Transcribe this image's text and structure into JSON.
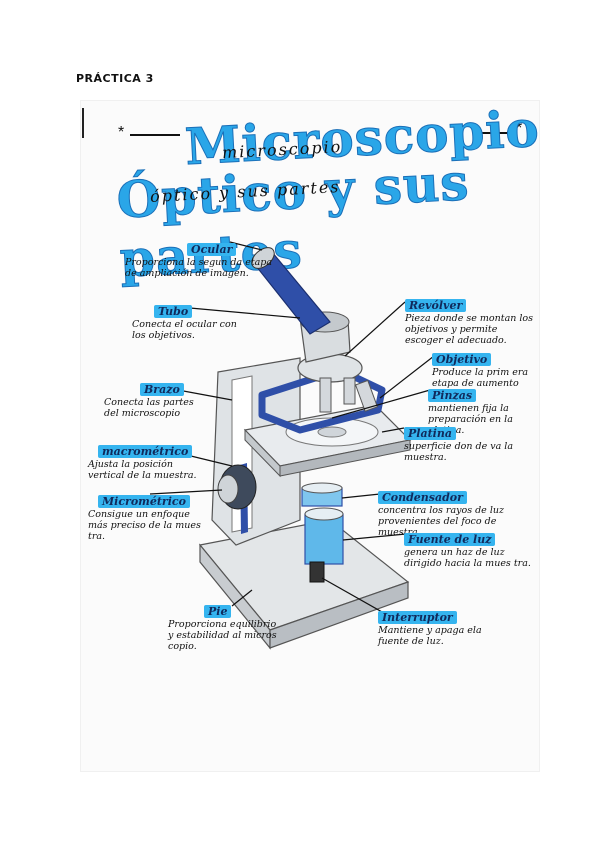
{
  "page": {
    "practice_label": "PRÁCTICA 3"
  },
  "title": {
    "line1": "Microscopio",
    "line1_script": "microscopio",
    "line2": "Óptico y sus partes",
    "line2_script": "óptico y sus partes",
    "star_glyph": "*"
  },
  "labels": {
    "ocular": {
      "tag": "Ocular",
      "desc": "Proporciona la segun da etapa de ampliación de imagen."
    },
    "tubo": {
      "tag": "Tubo",
      "desc": "Conecta el ocular con los objetivos."
    },
    "brazo": {
      "tag": "Brazo",
      "desc": "Conecta las partes del microscopio"
    },
    "macrometrico": {
      "tag": "macrométrico",
      "desc": "Ajusta la posición vertical de la muestra."
    },
    "micrometrico": {
      "tag": "Micrométrico",
      "desc": "Consigue un enfoque más preciso de la mues tra."
    },
    "pie": {
      "tag": "Pie",
      "desc": "Proporciona equilibrio y estabilidad al micros copio."
    },
    "revolver": {
      "tag": "Revólver",
      "desc": "Pieza donde se montan los objetivos y permite escoger el adecuado."
    },
    "objetivo": {
      "tag": "Objetivo",
      "desc": "Produce la prim era etapa de aumento"
    },
    "pinzas": {
      "tag": "Pinzas",
      "desc": "mantienen fija la preparación en la platina."
    },
    "platina": {
      "tag": "Platina",
      "desc": "superficie don de va la muestra."
    },
    "condensador": {
      "tag": "Condensador",
      "desc": "concentra los rayos de luz provenientes del foco de muestra."
    },
    "fuente": {
      "tag": "Fuente de luz",
      "desc": "genera un haz de luz dirigido hacia la mues tra."
    },
    "interruptor": {
      "tag": "Interruptor",
      "desc": "Mantiene y apaga ela fuente de luz."
    }
  },
  "colors": {
    "accent": "#35b4ef",
    "title_blue": "#2aa6e8",
    "microscope_blue": "#2f4fa8",
    "body_gray": "#d9dde0"
  }
}
